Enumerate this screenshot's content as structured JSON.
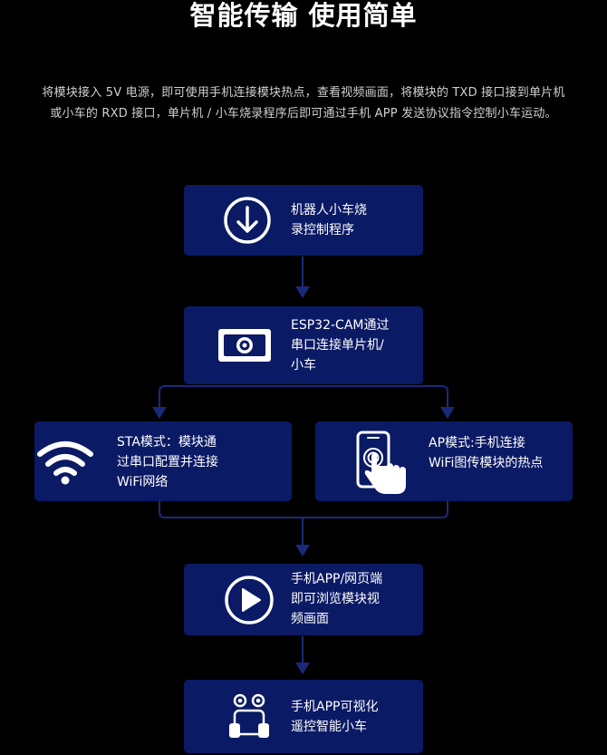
{
  "header": {
    "title": "智能传输 使用简单",
    "description_lines": [
      "将模块接入 5V 电源，即可使用手机连接模块热点，查看视频画面，将模块的 TXD 接口接到单片机",
      "或小车的 RXD 接口，单片机 / 小车烧录程序后即可通过手机 APP 发送协议指令控制小车运动。"
    ]
  },
  "flow": {
    "step1": {
      "icon": "download-icon",
      "lines": [
        "机器人小车烧",
        "录控制程序"
      ]
    },
    "step2": {
      "icon": "camera-module-icon",
      "lines": [
        "ESP32-CAM通过",
        "串口连接单片机/",
        "小车"
      ]
    },
    "step3a": {
      "icon": "wifi-icon",
      "lines": [
        "STA模式：模块通",
        "过串口配置并连接",
        "WiFi网络"
      ]
    },
    "step3b": {
      "icon": "phone-touch-icon",
      "lines": [
        "AP模式:手机连接",
        "WiFi图传模块的热点"
      ]
    },
    "step4": {
      "icon": "play-icon",
      "lines": [
        "手机APP/网页端",
        "即可浏览模块视",
        "频画面"
      ]
    },
    "step5": {
      "icon": "robot-car-icon",
      "lines": [
        "手机APP可视化",
        "遥控智能小车"
      ]
    }
  },
  "colors": {
    "background": "#000000",
    "box": "#0b1a64",
    "connector": "#1a2a7a",
    "text": "#ffffff"
  }
}
